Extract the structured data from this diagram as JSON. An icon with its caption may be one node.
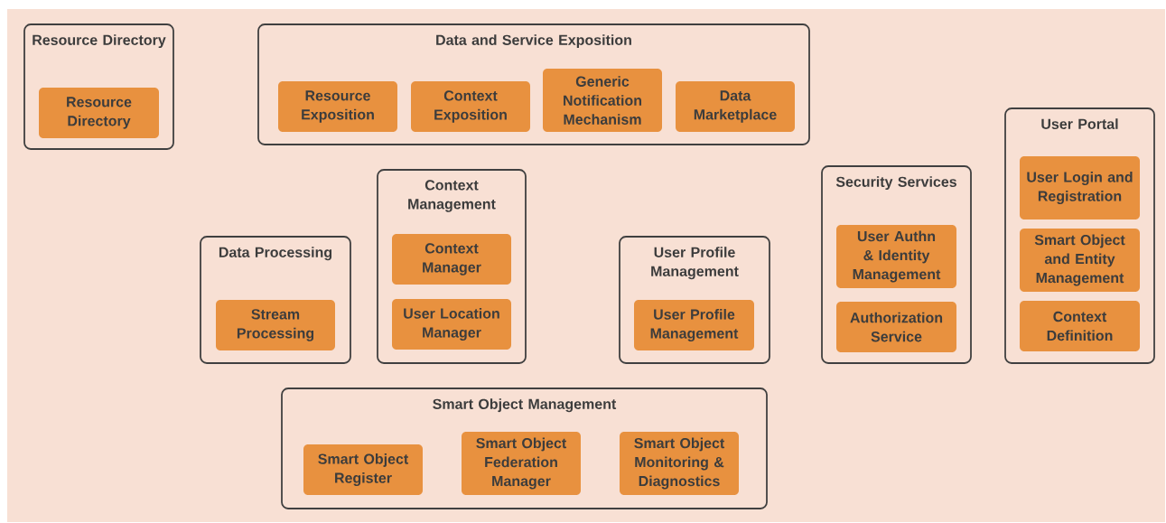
{
  "diagram": {
    "nodes": [
      {
        "text": [
          "Resource Directory"
        ]
      },
      {
        "text": [
          "Resource Directory"
        ],
        "in": 0
      },
      {
        "text": [
          "Data and Service Exposition"
        ]
      },
      {
        "text": [
          "Resource Exposition"
        ],
        "in": 2
      },
      {
        "text": [
          "Context Exposition"
        ],
        "in": 2
      },
      {
        "text": [
          "Generic Notification Mechanism"
        ],
        "in": 2
      },
      {
        "text": [
          "Data Marketplace"
        ],
        "in": 2
      },
      {
        "text": [
          "User Portal"
        ]
      },
      {
        "text": [
          "User Login and Registration"
        ],
        "in": 7
      },
      {
        "text": [
          "Smart Object and Entity Management"
        ],
        "in": 7
      },
      {
        "text": [
          "Context Definition"
        ],
        "in": 7
      },
      {
        "text": [
          "Security Services"
        ]
      },
      {
        "text": [
          "User Authn & Identity Management"
        ],
        "in": 11
      },
      {
        "text": [
          "Authorization Service"
        ],
        "in": 11
      },
      {
        "text": [
          "Context Management"
        ]
      },
      {
        "text": [
          "Context Manager"
        ],
        "in": 14
      },
      {
        "text": [
          "User Location Manager"
        ],
        "in": 14
      },
      {
        "text": [
          "Data Processing"
        ]
      },
      {
        "text": [
          "Stream Processing"
        ],
        "in": 17
      },
      {
        "text": [
          "User Profile Management"
        ]
      },
      {
        "text": [
          "User Profile Management"
        ],
        "in": 19
      },
      {
        "text": [
          "Smart Object Management"
        ]
      },
      {
        "text": [
          "Smart Object Register"
        ],
        "in": 21
      },
      {
        "text": [
          "Smart Object Federation Manager"
        ],
        "in": 21
      },
      {
        "text": [
          "Smart Object Monitoring & Diagnostics"
        ],
        "in": 21
      }
    ]
  }
}
